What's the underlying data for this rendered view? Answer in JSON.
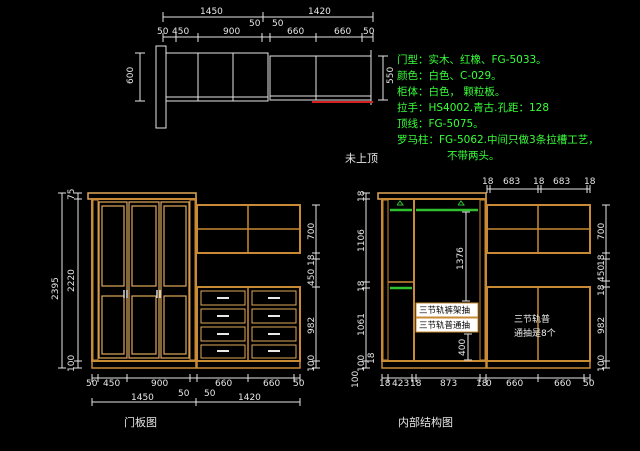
{
  "top_view": {
    "dims_top": [
      "1450",
      "50",
      "50",
      "1420"
    ],
    "dims_second": [
      "50",
      "450",
      "900",
      "660",
      "660",
      "50"
    ],
    "depth_left": "600",
    "depth_right": "550"
  },
  "specs": [
    "门型：实木、红橡、FG-5033。",
    "颜色：白色、C-029。",
    "柜体：白色，  颗粒板。",
    "拉手：HS4002.青古.孔距：128",
    "顶线：FG-5075。",
    "罗马柱：FG-5062.中间只做3条拉槽工艺，",
    "不带两头。"
  ],
  "note_no_top": "未上顶",
  "front_view": {
    "caption": "门板图",
    "left_dims": [
      "75",
      "2395",
      "2220",
      "100"
    ],
    "right_dims": [
      "700",
      "18",
      "450",
      "982",
      "100"
    ],
    "bottom_dims_1": [
      "50",
      "450",
      "900",
      "660",
      "660",
      "50"
    ],
    "bottom_dims_2": [
      "1450",
      "50",
      "50",
      "1420"
    ]
  },
  "interior_view": {
    "caption": "内部结构图",
    "top_dims": [
      "18",
      "683",
      "18",
      "683",
      "18"
    ],
    "left_dims": [
      "18",
      "1106",
      "18",
      "1061",
      "18",
      "100"
    ],
    "inner_dims": [
      "1376",
      "400"
    ],
    "right_dims": [
      "700",
      "18",
      "450",
      "18",
      "982",
      "100"
    ],
    "bottom_dims": [
      "18",
      "423",
      "18",
      "873",
      "18",
      "0",
      "660",
      "660",
      "50"
    ],
    "left_outer_dim": "100",
    "label_pants_rack": "三节轨裤架抽",
    "label_drawer": "三节轨普通抽",
    "label_note_line1": "三节轨普",
    "label_note_line2": "通抽是8个"
  },
  "colors": {
    "cabinet": "#c98a35",
    "cabinet_light": "#e0a85a",
    "spec_text": "#39ff3a",
    "red_line": "#d42020",
    "dim_line": "#f0f0f0",
    "green_rail": "#2fbf2f"
  }
}
